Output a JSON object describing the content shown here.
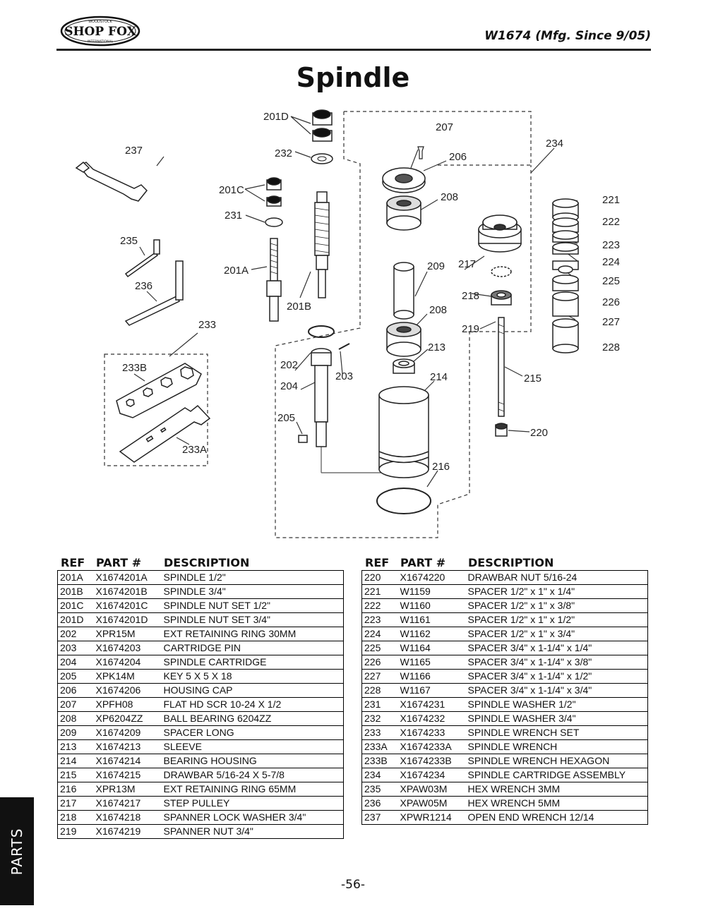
{
  "header": {
    "brand": "SHOP FOX",
    "brand_top": "WOODSTOCK",
    "brand_bottom": "INTERNATIONAL",
    "model": "W1674 (Mfg. Since 9/05)"
  },
  "title": "Spindle",
  "callouts": {
    "c201D": "201D",
    "c207": "207",
    "c206": "206",
    "c234": "234",
    "c237": "237",
    "c232": "232",
    "c201C": "201C",
    "c208a": "208",
    "c221": "221",
    "c222": "222",
    "c231": "231",
    "c235": "235",
    "c223": "223",
    "c224": "224",
    "c225": "225",
    "c201A": "201A",
    "c209": "209",
    "c217": "217",
    "c236": "236",
    "c218": "218",
    "c226": "226",
    "c201B": "201B",
    "c208b": "208",
    "c227": "227",
    "c233": "233",
    "c219": "219",
    "c213": "213",
    "c228": "228",
    "c233B": "233B",
    "c202": "202",
    "c203": "203",
    "c214": "214",
    "c215": "215",
    "c204": "204",
    "c205": "205",
    "c220": "220",
    "c233A": "233A",
    "c216": "216"
  },
  "table_headers": {
    "ref": "REF",
    "part": "PART #",
    "desc": "DESCRIPTION"
  },
  "parts_left": [
    {
      "ref": "201A",
      "part": "X1674201A",
      "desc": "SPINDLE 1/2\""
    },
    {
      "ref": "201B",
      "part": "X1674201B",
      "desc": "SPINDLE 3/4\""
    },
    {
      "ref": "201C",
      "part": "X1674201C",
      "desc": "SPINDLE NUT SET 1/2\""
    },
    {
      "ref": "201D",
      "part": "X1674201D",
      "desc": "SPINDLE NUT SET 3/4\""
    },
    {
      "ref": "202",
      "part": "XPR15M",
      "desc": "EXT RETAINING RING 30MM"
    },
    {
      "ref": "203",
      "part": "X1674203",
      "desc": "CARTRIDGE PIN"
    },
    {
      "ref": "204",
      "part": "X1674204",
      "desc": "SPINDLE CARTRIDGE"
    },
    {
      "ref": "205",
      "part": "XPK14M",
      "desc": "KEY 5 X 5 X 18"
    },
    {
      "ref": "206",
      "part": "X1674206",
      "desc": "HOUSING CAP"
    },
    {
      "ref": "207",
      "part": "XPFH08",
      "desc": "FLAT HD SCR 10-24 X 1/2"
    },
    {
      "ref": "208",
      "part": "XP6204ZZ",
      "desc": "BALL BEARING 6204ZZ"
    },
    {
      "ref": "209",
      "part": "X1674209",
      "desc": "SPACER LONG"
    },
    {
      "ref": "213",
      "part": "X1674213",
      "desc": "SLEEVE"
    },
    {
      "ref": "214",
      "part": "X1674214",
      "desc": "BEARING HOUSING"
    },
    {
      "ref": "215",
      "part": "X1674215",
      "desc": "DRAWBAR 5/16-24 X 5-7/8"
    },
    {
      "ref": "216",
      "part": "XPR13M",
      "desc": "EXT RETAINING RING 65MM"
    },
    {
      "ref": "217",
      "part": "X1674217",
      "desc": "STEP PULLEY"
    },
    {
      "ref": "218",
      "part": "X1674218",
      "desc": "SPANNER LOCK WASHER 3/4\""
    },
    {
      "ref": "219",
      "part": "X1674219",
      "desc": "SPANNER NUT 3/4\""
    }
  ],
  "parts_right": [
    {
      "ref": "220",
      "part": "X1674220",
      "desc": "DRAWBAR NUT 5/16-24"
    },
    {
      "ref": "221",
      "part": "W1159",
      "desc": "SPACER 1/2\" x 1\" x 1/4\""
    },
    {
      "ref": "222",
      "part": "W1160",
      "desc": "SPACER 1/2\" x 1\" x 3/8\""
    },
    {
      "ref": "223",
      "part": "W1161",
      "desc": "SPACER 1/2\" x 1\" x 1/2\""
    },
    {
      "ref": "224",
      "part": "W1162",
      "desc": "SPACER 1/2\" x 1\" x 3/4\""
    },
    {
      "ref": "225",
      "part": "W1164",
      "desc": "SPACER 3/4\" x 1-1/4\" x 1/4\""
    },
    {
      "ref": "226",
      "part": "W1165",
      "desc": "SPACER 3/4\" x 1-1/4\" x 3/8\""
    },
    {
      "ref": "227",
      "part": "W1166",
      "desc": "SPACER 3/4\" x 1-1/4\" x 1/2\""
    },
    {
      "ref": "228",
      "part": "W1167",
      "desc": "SPACER 3/4\" x 1-1/4\" x 3/4\""
    },
    {
      "ref": "231",
      "part": "X1674231",
      "desc": "SPINDLE WASHER 1/2\""
    },
    {
      "ref": "232",
      "part": "X1674232",
      "desc": "SPINDLE WASHER 3/4\""
    },
    {
      "ref": "233",
      "part": "X1674233",
      "desc": "SPINDLE WRENCH SET"
    },
    {
      "ref": "233A",
      "part": "X1674233A",
      "desc": "SPINDLE WRENCH"
    },
    {
      "ref": "233B",
      "part": "X1674233B",
      "desc": "SPINDLE WRENCH HEXAGON"
    },
    {
      "ref": "234",
      "part": "X1674234",
      "desc": "SPINDLE CARTRIDGE ASSEMBLY"
    },
    {
      "ref": "235",
      "part": "XPAW03M",
      "desc": "HEX WRENCH 3MM"
    },
    {
      "ref": "236",
      "part": "XPAW05M",
      "desc": "HEX WRENCH 5MM"
    },
    {
      "ref": "237",
      "part": "XPWR1214",
      "desc": "OPEN END WRENCH 12/14"
    }
  ],
  "side_tab": "PARTS",
  "page_number": "-56-"
}
